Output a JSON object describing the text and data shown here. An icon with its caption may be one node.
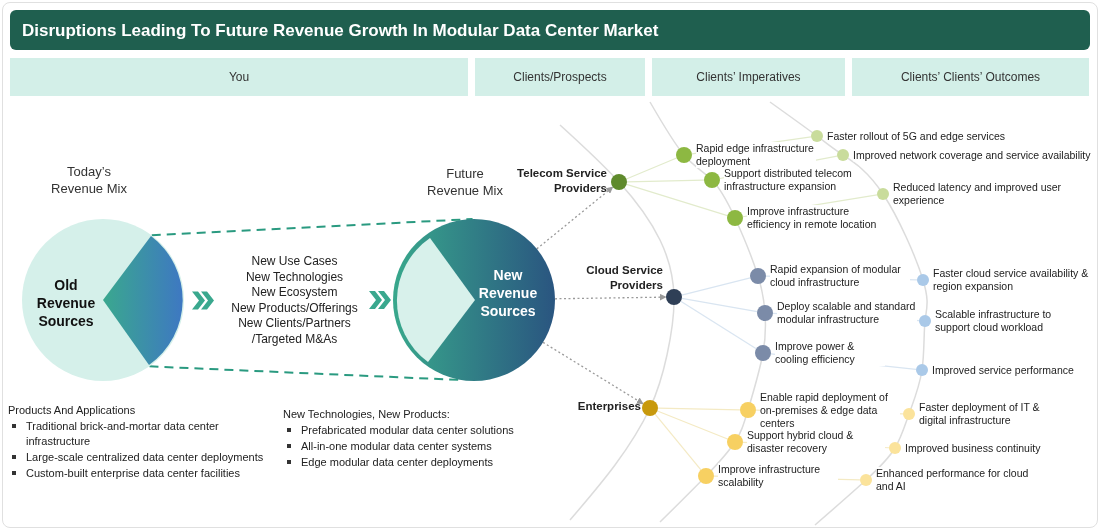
{
  "diagram": {
    "title": "Disruptions Leading To Future Revenue Growth In Modular Data Center Market",
    "nodes": [
      {
        "text": [
          "You"
        ]
      },
      {
        "text": [
          "Clients/Prospects"
        ]
      },
      {
        "text": [
          "Clients’ Imperatives"
        ]
      },
      {
        "text": [
          "Clients’ Clients’ Outcomes"
        ]
      },
      {
        "text": [
          "Old Revenue Sources"
        ],
        "beside": [
          "Today’s Revenue Mix"
        ]
      },
      {
        "text": [
          "New Use Cases",
          "New Technologies",
          "New Ecosystem",
          "New Products/Offerings",
          "New Clients/Partners",
          "/Targeted M&As"
        ]
      },
      {
        "text": [
          "New Revenue Sources"
        ],
        "beside": [
          "Future Revenue Mix"
        ]
      },
      {
        "text": [],
        "shape": "circle",
        "beside": [
          "Telecom Service Providers"
        ]
      },
      {
        "text": [],
        "shape": "circle",
        "beside": [
          "Cloud Service Providers"
        ]
      },
      {
        "text": [],
        "shape": "circle",
        "beside": [
          "Enterprises"
        ]
      },
      {
        "text": [],
        "shape": "circle",
        "beside": [
          "Rapid edge infrastructure deployment"
        ]
      },
      {
        "text": [],
        "shape": "circle",
        "beside": [
          "Support distributed telecom infrastructure expansion"
        ]
      },
      {
        "text": [],
        "shape": "circle",
        "beside": [
          "Improve infrastructure efficiency in remote location"
        ]
      },
      {
        "text": [],
        "shape": "circle",
        "beside": [
          "Rapid expansion of modular cloud infrastructure"
        ]
      },
      {
        "text": [],
        "shape": "circle",
        "beside": [
          "Deploy scalable and standard modular infrastructure"
        ]
      },
      {
        "text": [],
        "shape": "circle",
        "beside": [
          "Improve power & cooling efficiency"
        ]
      },
      {
        "text": [],
        "shape": "circle",
        "beside": [
          "Enable rapid deployment of on-premises & edge data centers"
        ]
      },
      {
        "text": [],
        "shape": "circle",
        "beside": [
          "Support hybrid cloud & disaster recovery"
        ]
      },
      {
        "text": [],
        "shape": "circle",
        "beside": [
          "Improve infrastructure scalability"
        ]
      },
      {
        "text": [],
        "shape": "circle",
        "beside": [
          "Faster rollout of 5G and edge services"
        ]
      },
      {
        "text": [],
        "shape": "circle",
        "beside": [
          "Improved network coverage and service availability"
        ]
      },
      {
        "text": [],
        "shape": "circle",
        "beside": [
          "Reduced latency and improved user experience"
        ]
      },
      {
        "text": [],
        "shape": "circle",
        "beside": [
          "Faster cloud service availability & region expansion"
        ]
      },
      {
        "text": [],
        "shape": "circle",
        "beside": [
          "Scalable infrastructure to support cloud workload"
        ]
      },
      {
        "text": [],
        "shape": "circle",
        "beside": [
          "Improved service performance"
        ]
      },
      {
        "text": [],
        "shape": "circle",
        "beside": [
          "Faster deployment of IT & digital infrastructure"
        ]
      },
      {
        "text": [],
        "shape": "circle",
        "beside": [
          "Improved business continuity"
        ]
      },
      {
        "text": [],
        "shape": "circle",
        "beside": [
          "Enhanced performance for cloud and AI"
        ]
      }
    ],
    "edges": [
      {
        "from": 4,
        "to": 6,
        "arrow": "none",
        "style": "dashed",
        "color": "#2a9a80"
      },
      {
        "from": 4,
        "to": 6,
        "arrow": "none",
        "style": "dashed",
        "color": "#2a9a80"
      },
      {
        "from": 4,
        "to": 5,
        "arrow": "to",
        "color": "#3aa88e"
      },
      {
        "from": 5,
        "to": 6,
        "arrow": "to",
        "color": "#3aa88e"
      },
      {
        "from": 6,
        "to": 7,
        "arrow": "to",
        "style": "dashed",
        "color": "#9a9a9a"
      },
      {
        "from": 6,
        "to": 8,
        "arrow": "to",
        "style": "dashed",
        "color": "#9a9a9a"
      },
      {
        "from": 6,
        "to": 9,
        "arrow": "to",
        "style": "dashed",
        "color": "#9a9a9a"
      },
      {
        "from": 7,
        "to": 10,
        "arrow": "none",
        "color": "#e2ebcc"
      },
      {
        "from": 7,
        "to": 11,
        "arrow": "none",
        "color": "#e2ebcc"
      },
      {
        "from": 7,
        "to": 12,
        "arrow": "none",
        "color": "#e2ebcc"
      },
      {
        "from": 8,
        "to": 13,
        "arrow": "none",
        "color": "#d9e5f1"
      },
      {
        "from": 8,
        "to": 14,
        "arrow": "none",
        "color": "#d9e5f1"
      },
      {
        "from": 8,
        "to": 15,
        "arrow": "none",
        "color": "#d9e5f1"
      },
      {
        "from": 9,
        "to": 16,
        "arrow": "none",
        "color": "#f4eac4"
      },
      {
        "from": 9,
        "to": 17,
        "arrow": "none",
        "color": "#f4eac4"
      },
      {
        "from": 9,
        "to": 18,
        "arrow": "none",
        "color": "#f4eac4"
      },
      {
        "from": 10,
        "to": 19,
        "arrow": "none",
        "color": "#e2ebcc"
      },
      {
        "from": 11,
        "to": 20,
        "arrow": "none",
        "color": "#e2ebcc"
      },
      {
        "from": 12,
        "to": 21,
        "arrow": "none",
        "color": "#e2ebcc"
      },
      {
        "from": 13,
        "to": 22,
        "arrow": "none",
        "color": "#d9e5f1"
      },
      {
        "from": 14,
        "to": 23,
        "arrow": "none",
        "color": "#d9e5f1"
      },
      {
        "from": 15,
        "to": 24,
        "arrow": "none",
        "color": "#d9e5f1"
      },
      {
        "from": 16,
        "to": 25,
        "arrow": "none",
        "color": "#f4eac4"
      },
      {
        "from": 17,
        "to": 26,
        "arrow": "none",
        "color": "#f4eac4"
      },
      {
        "from": 18,
        "to": 27,
        "arrow": "none",
        "color": "#f4eac4"
      }
    ],
    "labels": [
      "Products And Applications",
      "Traditional brick-and-mortar data center infrastructure",
      "Large-scale centralized data center deployments",
      "Custom-built enterprise data center facilities",
      "New Technologies, New Products:",
      "Prefabricated modular data center solutions",
      "All-in-one modular data center systems",
      "Edge modular data center deployments"
    ]
  }
}
